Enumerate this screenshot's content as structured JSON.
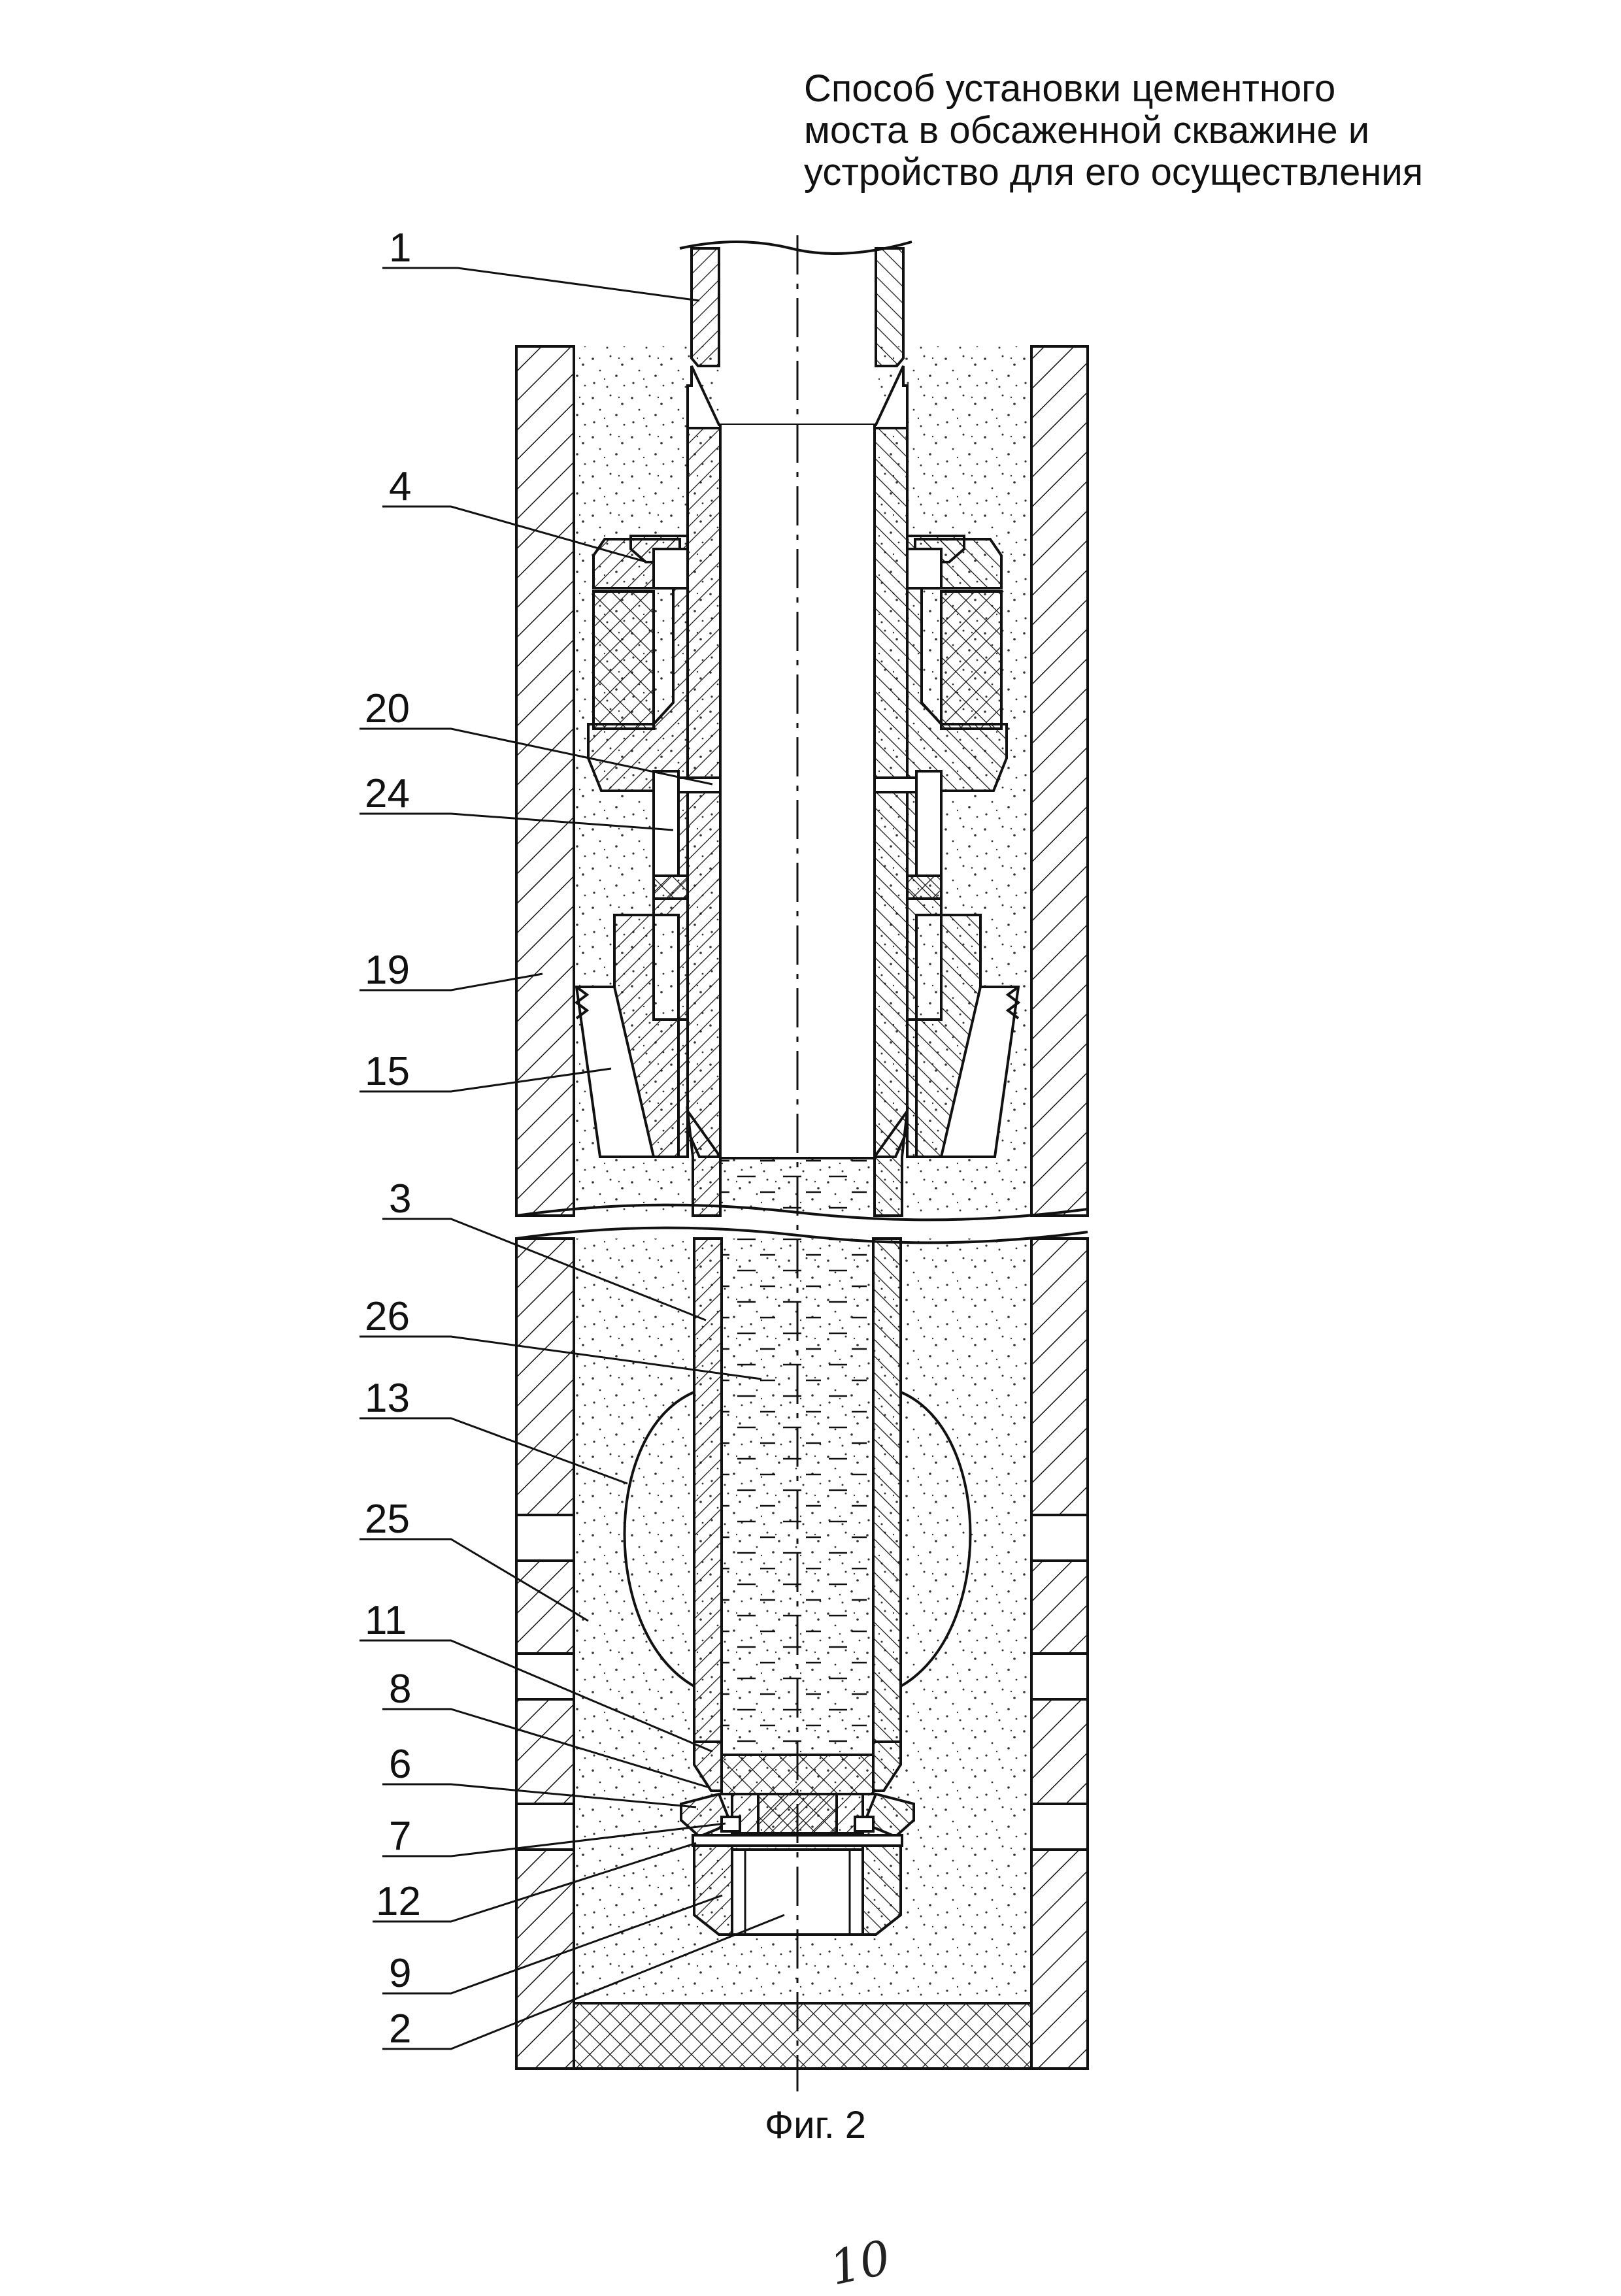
{
  "title": {
    "line1": "Способ установки цементного",
    "line2": "моста в обсаженной скважине и",
    "line3": "устройство для его осуществления"
  },
  "caption": "Фиг. 2",
  "page_number": "10",
  "labels": [
    {
      "id": "l1",
      "text": "1"
    },
    {
      "id": "l4",
      "text": "4"
    },
    {
      "id": "l20",
      "text": "20"
    },
    {
      "id": "l24",
      "text": "24"
    },
    {
      "id": "l19",
      "text": "19"
    },
    {
      "id": "l15",
      "text": "15"
    },
    {
      "id": "l3",
      "text": "3"
    },
    {
      "id": "l26",
      "text": "26"
    },
    {
      "id": "l13",
      "text": "13"
    },
    {
      "id": "l25",
      "text": "25"
    },
    {
      "id": "l11",
      "text": "11"
    },
    {
      "id": "l8",
      "text": "8"
    },
    {
      "id": "l6",
      "text": "6"
    },
    {
      "id": "l7",
      "text": "7"
    },
    {
      "id": "l12",
      "text": "12"
    },
    {
      "id": "l9",
      "text": "9"
    },
    {
      "id": "l2",
      "text": "2"
    }
  ],
  "colors": {
    "ink": "#111111",
    "paper": "#ffffff"
  }
}
